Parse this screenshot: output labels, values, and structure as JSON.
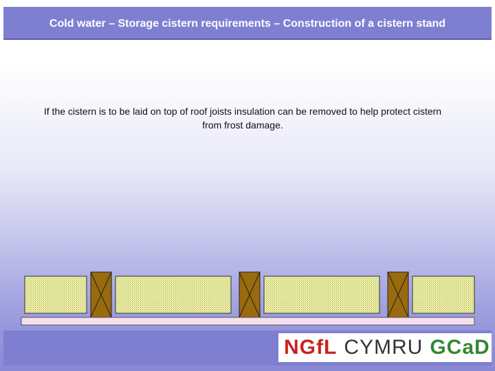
{
  "header": {
    "title": "Cold water – Storage cistern requirements – Construction of a cistern stand"
  },
  "main": {
    "body_text": "If the cistern is to be laid on top of roof joists insulation can be removed to help protect cistern from frost damage."
  },
  "footer": {
    "logo_parts": [
      "NGfL",
      "CYMRU",
      "GCaD"
    ]
  },
  "colors": {
    "title_bar": "#7f7fd1",
    "insulation_fill": "#f0f0a8",
    "joist_fill": "#9a6a0e",
    "ceiling_board": "#f6e0f0"
  }
}
